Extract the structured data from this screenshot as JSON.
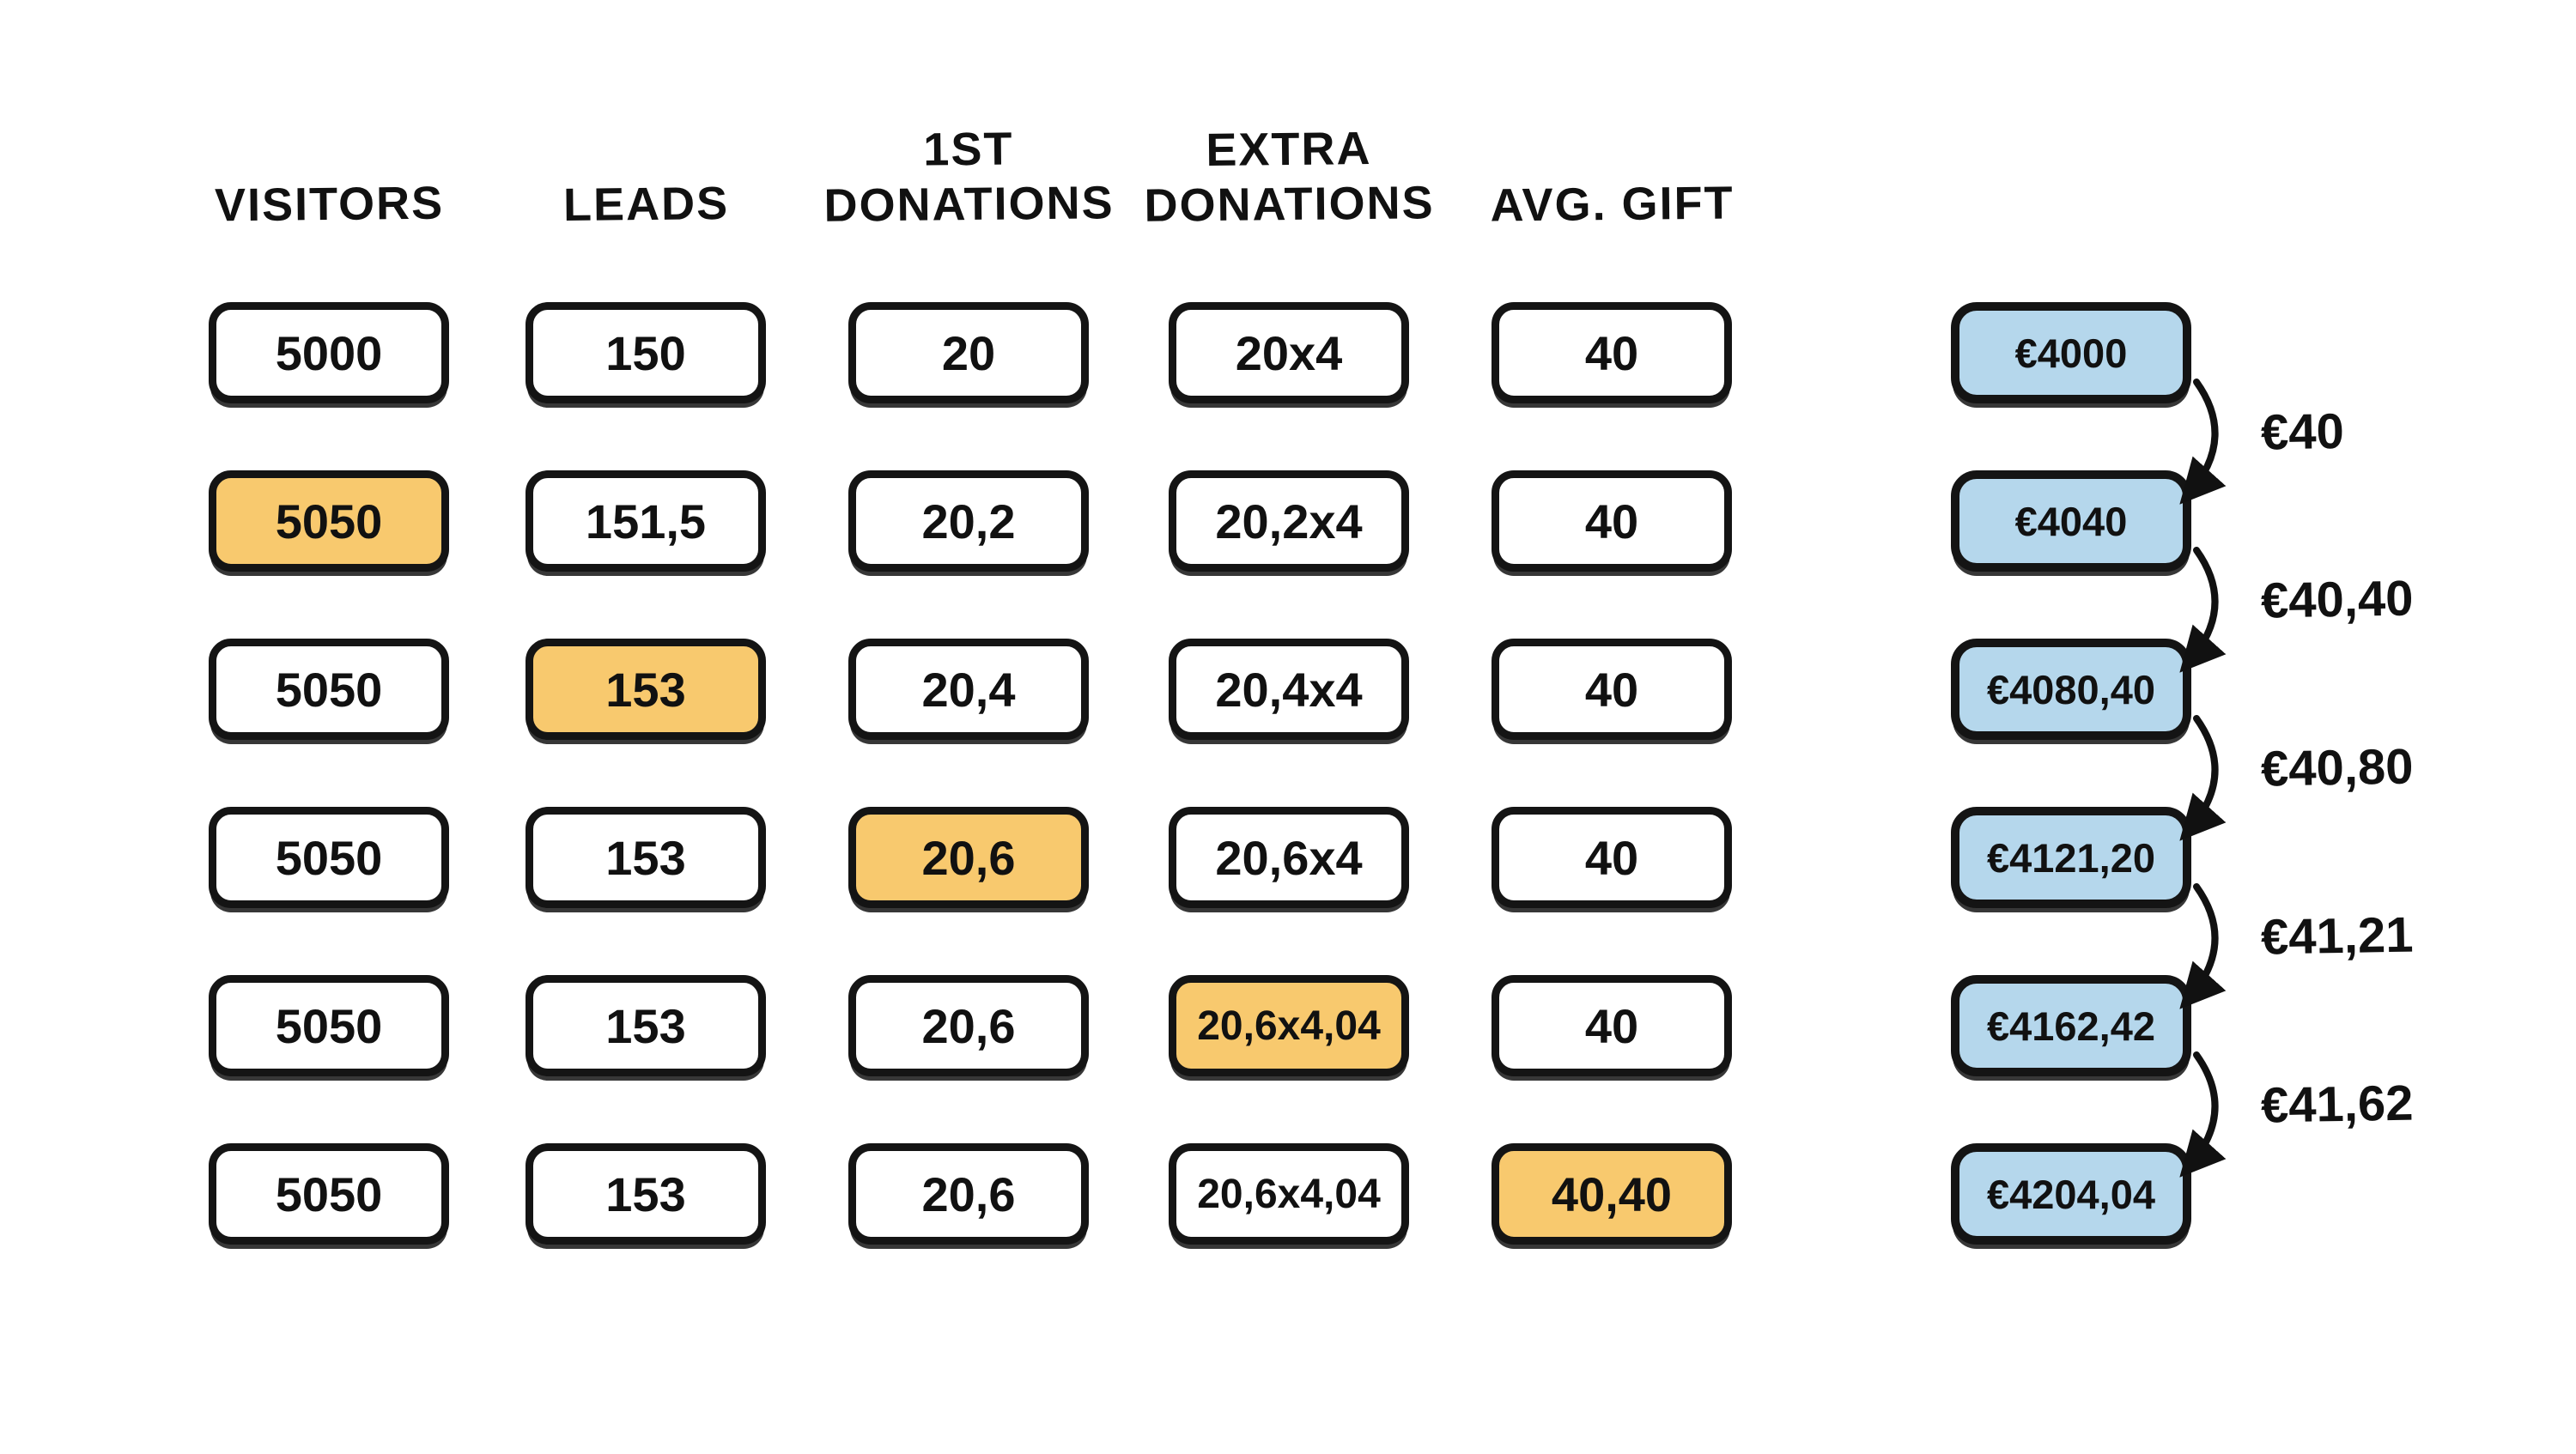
{
  "columns": [
    {
      "header": "VISITORS",
      "values": [
        "5000",
        "5050",
        "5050",
        "5050",
        "5050",
        "5050"
      ],
      "highlight_row": 2
    },
    {
      "header": "LEADS",
      "values": [
        "150",
        "151,5",
        "153",
        "153",
        "153",
        "153"
      ],
      "highlight_row": 3
    },
    {
      "header": "1ST DONATIONS",
      "values": [
        "20",
        "20,2",
        "20,4",
        "20,6",
        "20,6",
        "20,6"
      ],
      "highlight_row": 4
    },
    {
      "header": "EXTRA DONATIONS",
      "values": [
        "20x4",
        "20,2x4",
        "20,4x4",
        "20,6x4",
        "20,6x4,04",
        "20,6x4,04"
      ],
      "highlight_row": 5
    },
    {
      "header": "AVG. GIFT",
      "values": [
        "40",
        "40",
        "40",
        "40",
        "40",
        "40,40"
      ],
      "highlight_row": 6
    }
  ],
  "revenue": {
    "values": [
      "€4000",
      "€4040",
      "€4080,40",
      "€4121,20",
      "€4162,42",
      "€4204,04"
    ]
  },
  "deltas": [
    "€40",
    "€40,40",
    "€40,80",
    "€41,21",
    "€41,62"
  ],
  "colors": {
    "highlight": "#F8C96E",
    "revenue": "#B5D7EC",
    "stroke": "#111111",
    "background": "#FFFFFF"
  }
}
